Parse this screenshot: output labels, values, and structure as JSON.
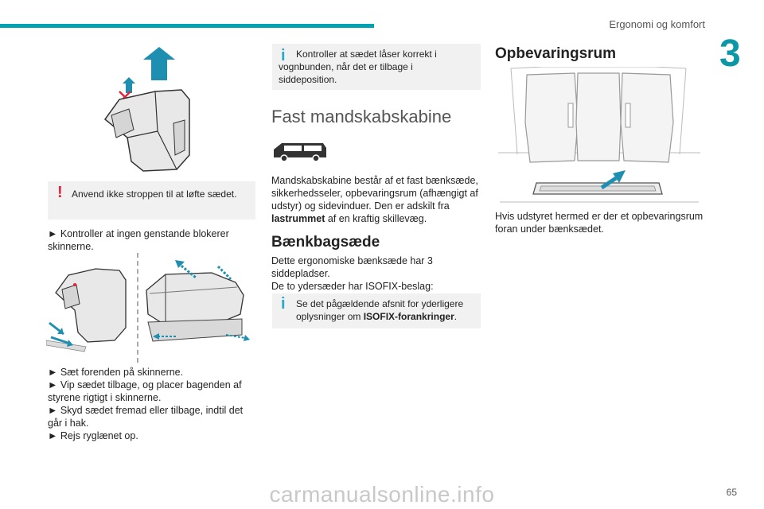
{
  "header": {
    "section_title": "Ergonomi og komfort",
    "chapter_number": "3",
    "page_number": "65"
  },
  "col1": {
    "warning_note": "Anvend ikke stroppen til at løfte sædet.",
    "step_check": "► Kontroller at ingen genstande blokerer skinnerne.",
    "steps": [
      "► Sæt forenden på skinnerne.",
      "► Vip sædet tilbage, og placer bagenden af styrene rigtigt i skinnerne.",
      "► Skyd sædet fremad eller tilbage, indtil det går i hak.",
      "► Rejs ryglænet op."
    ]
  },
  "col2": {
    "info_note": "Kontroller at sædet låser korrekt i vognbunden, når det er tilbage i siddeposition.",
    "heading_cabin": "Fast mandskabskabine",
    "cabin_text_part1": "Mandskabskabine består af et fast bænksæde, sikkerhedsseler, opbevaringsrum (afhængigt af udstyr) og sidevinduer. Den er adskilt fra ",
    "cabin_text_bold": "lastrummet",
    "cabin_text_part2": " af en kraftig skillevæg.",
    "heading_bench": "Bænkbagsæde",
    "bench_text_line1": "Dette ergonomiske bænksæde har 3 siddepladser.",
    "bench_text_line2": "De to ydersæder har ISOFIX-beslag:",
    "isofix_note_part1": "Se det pågældende afsnit for yderligere oplysninger om ",
    "isofix_note_bold": "ISOFIX-forankringer",
    "isofix_note_part2": "."
  },
  "col3": {
    "heading_storage": "Opbevaringsrum",
    "storage_text": "Hvis udstyret hermed er der et opbevaringsrum foran under bænksædet."
  },
  "watermark": "carmanualsonline.info",
  "colors": {
    "accent": "#00a3b4",
    "warning": "#e0263a",
    "info": "#2aa9c9"
  }
}
